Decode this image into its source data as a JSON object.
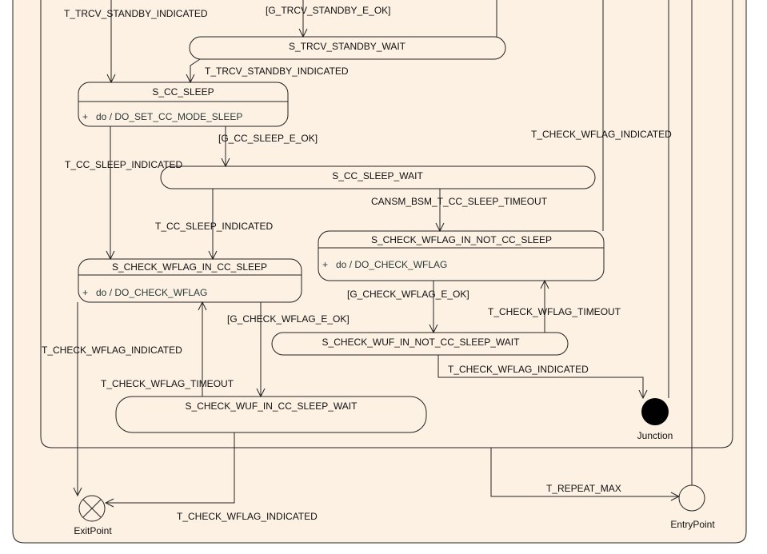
{
  "states": {
    "trcv_standby_wait": "S_TRCV_STANDBY_WAIT",
    "cc_sleep": {
      "name": "S_CC_SLEEP",
      "do": "+   do / DO_SET_CC_MODE_SLEEP"
    },
    "cc_sleep_wait": "S_CC_SLEEP_WAIT",
    "check_wflag_in_not_cc_sleep": {
      "name": "S_CHECK_WFLAG_IN_NOT_CC_SLEEP",
      "do": "+   do / DO_CHECK_WFLAG"
    },
    "check_wflag_in_cc_sleep": {
      "name": "S_CHECK_WFLAG_IN_CC_SLEEP",
      "do": "+   do / DO_CHECK_WFLAG"
    },
    "check_wuf_in_not_cc_sleep_wait": "S_CHECK_WUF_IN_NOT_CC_SLEEP_WAIT",
    "check_wuf_in_cc_sleep_wait": "S_CHECK_WUF_IN_CC_SLEEP_WAIT"
  },
  "pseudo": {
    "junction": "Junction",
    "exit_point": "ExitPoint",
    "entry_point": "EntryPoint"
  },
  "transitions": {
    "t_trcv_standby_indicated_top": "T_TRCV_STANDBY_INDICATED",
    "g_trcv_standby_e_ok": "[G_TRCV_STANDBY_E_OK]",
    "t_trcv_standby_indicated": "T_TRCV_STANDBY_INDICATED",
    "g_cc_sleep_e_ok": "[G_CC_SLEEP_E_OK]",
    "t_cc_sleep_indicated_left": "T_CC_SLEEP_INDICATED",
    "t_check_wflag_indicated_right": "T_CHECK_WFLAG_INDICATED",
    "cansm_bsm_t_cc_sleep_timeout": "CANSM_BSM_T_CC_SLEEP_TIMEOUT",
    "t_cc_sleep_indicated_mid": "T_CC_SLEEP_INDICATED",
    "g_check_wflag_e_ok_right": "[G_CHECK_WFLAG_E_OK]",
    "t_check_wflag_timeout_right": "T_CHECK_WFLAG_TIMEOUT",
    "g_check_wflag_e_ok_left": "[G_CHECK_WFLAG_E_OK]",
    "t_check_wflag_indicated_left": "T_CHECK_WFLAG_INDICATED",
    "t_check_wflag_indicated_mid": "T_CHECK_WFLAG_INDICATED",
    "t_check_wflag_timeout_left": "T_CHECK_WFLAG_TIMEOUT",
    "t_repeat_max": "T_REPEAT_MAX",
    "t_check_wflag_indicated_bottom": "T_CHECK_WFLAG_INDICATED"
  }
}
